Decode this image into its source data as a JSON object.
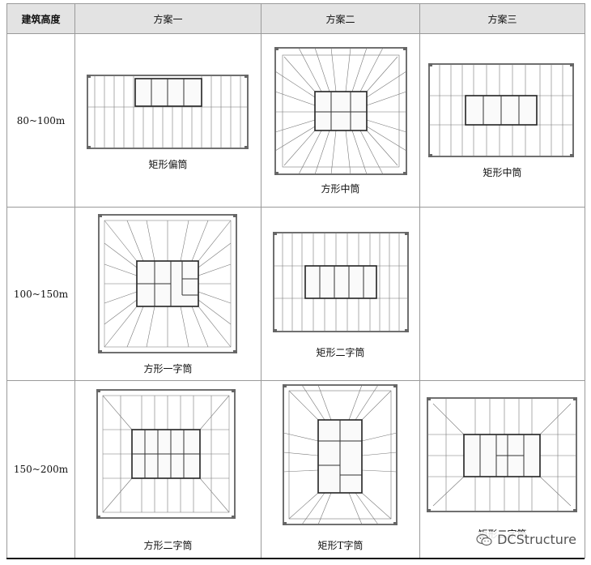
{
  "header": {
    "col0": "建筑高度",
    "col1": "方案一",
    "col2": "方案二",
    "col3": "方案三"
  },
  "rows": [
    {
      "height": "80~100m",
      "cap1": "矩形偏筒",
      "cap2": "方形中筒",
      "cap3": "矩形中筒"
    },
    {
      "height": "100~150m",
      "cap1": "方形一字筒",
      "cap2": "矩形二字筒",
      "cap3": ""
    },
    {
      "height": "150~200m",
      "cap1": "方形二字筒",
      "cap2": "矩形T字筒",
      "cap3": "矩形二字筒"
    }
  ],
  "watermark": {
    "text": "DCStructure",
    "icon": "wechat-icon"
  }
}
